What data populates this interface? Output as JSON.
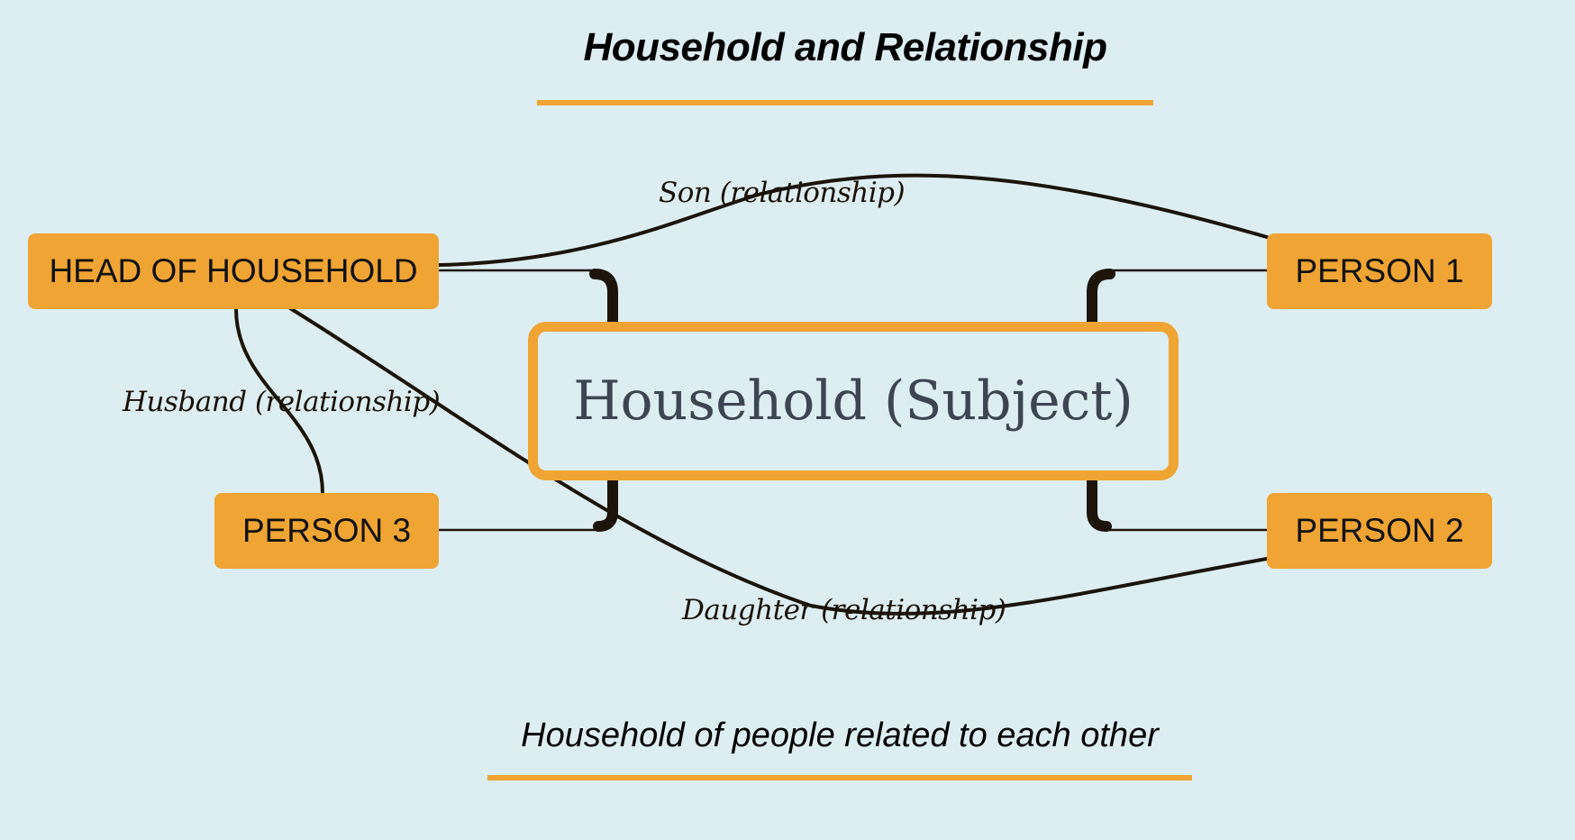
{
  "title": "Household and Relationship",
  "subtitle": "Household of people related to each other",
  "subject": {
    "label": "Household (Subject)"
  },
  "nodes": {
    "head": "HEAD OF HOUSEHOLD",
    "person1": "PERSON 1",
    "person2": "PERSON 2",
    "person3": "PERSON 3"
  },
  "relationships": {
    "son": "Son (relationship)",
    "husband": "Husband (relationship)",
    "daughter": "Daughter (relationship)"
  },
  "colors": {
    "background": "#ddeef3",
    "accent": "#f0a433",
    "line": "#1c1409",
    "subject_text": "#3d4553"
  }
}
